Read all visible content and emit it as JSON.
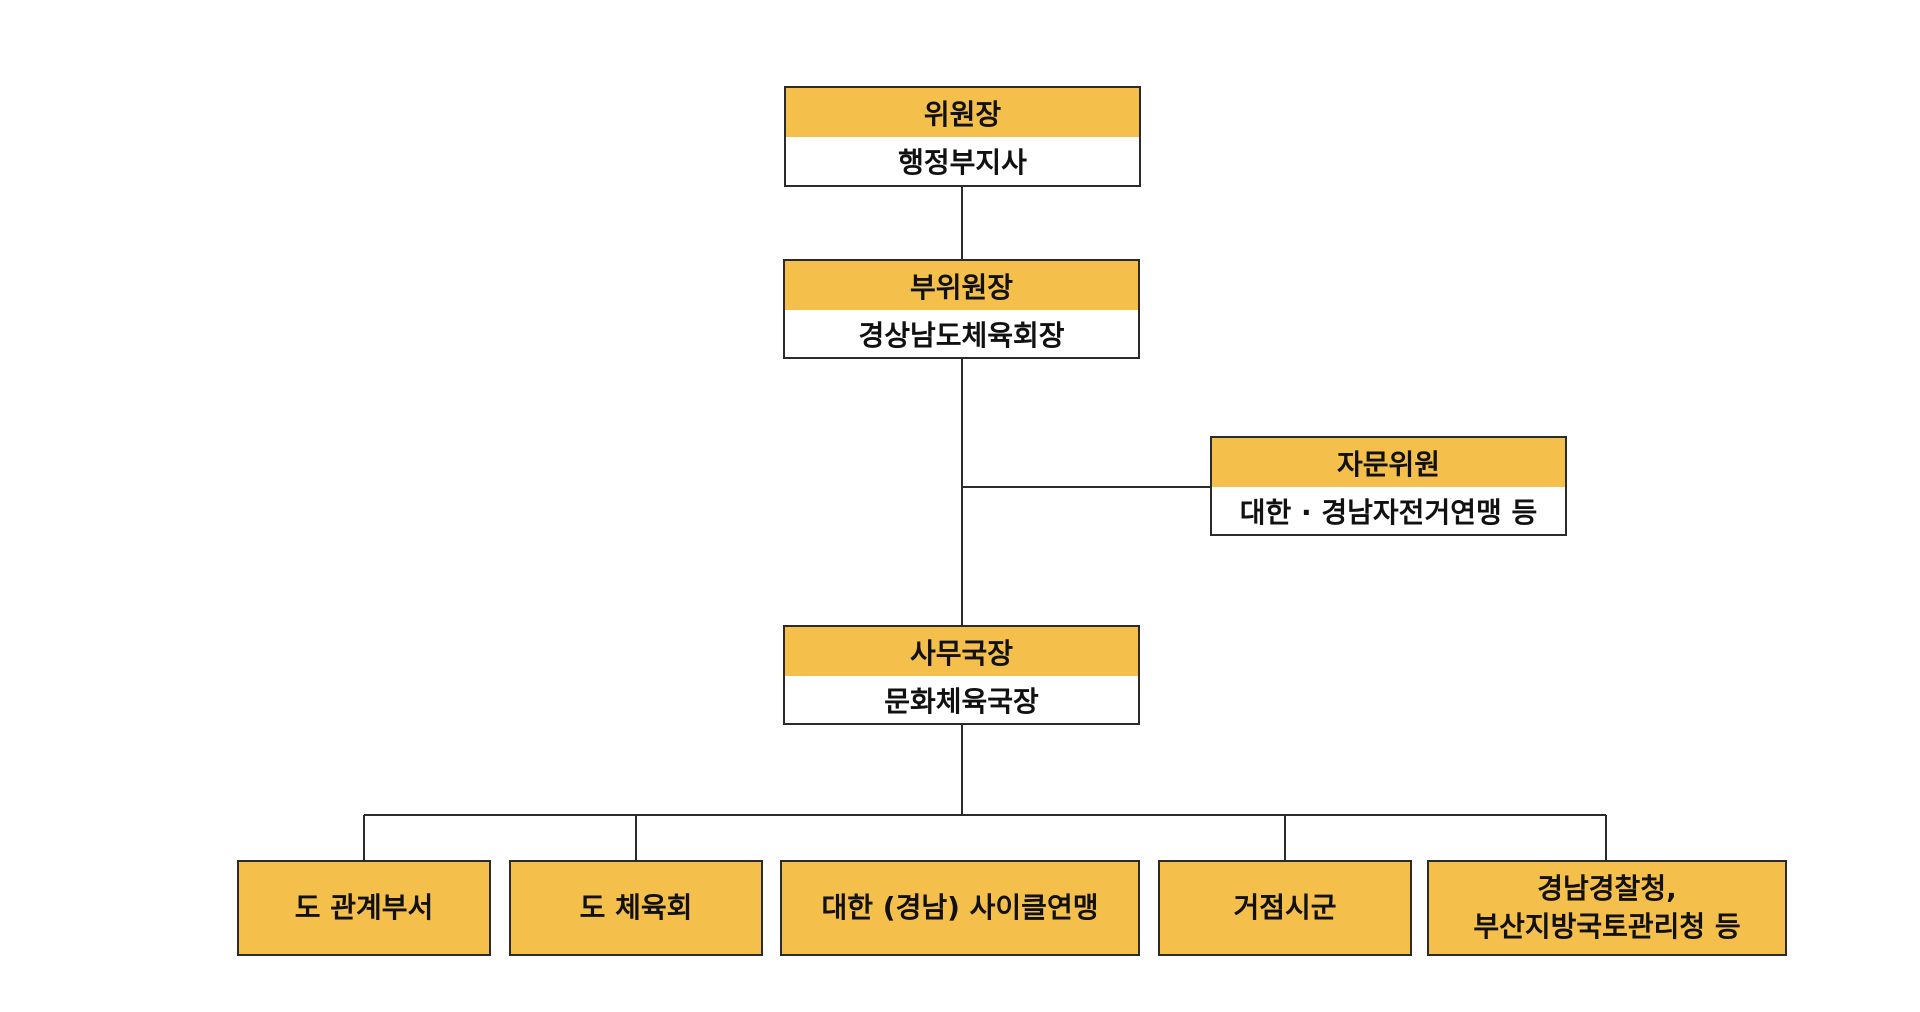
{
  "colors": {
    "accent": "#f5bf4b",
    "line": "#2b2b2b",
    "text": "#111111"
  },
  "chairman": {
    "title": "위원장",
    "holder": "행정부지사"
  },
  "vice_chairman": {
    "title": "부위원장",
    "holder": "경상남도체육회장"
  },
  "advisor": {
    "title": "자문위원",
    "holder": "대한 · 경남자전거연맹 등"
  },
  "secretary_general": {
    "title": "사무국장",
    "holder": "문화체육국장"
  },
  "members": [
    {
      "lines": [
        "도 관계부서"
      ]
    },
    {
      "lines": [
        "도 체육회"
      ]
    },
    {
      "lines": [
        "대한 (경남) 사이클연맹"
      ]
    },
    {
      "lines": [
        "거점시군"
      ]
    },
    {
      "lines": [
        "경남경찰청,",
        "부산지방국토관리청 등"
      ]
    }
  ]
}
